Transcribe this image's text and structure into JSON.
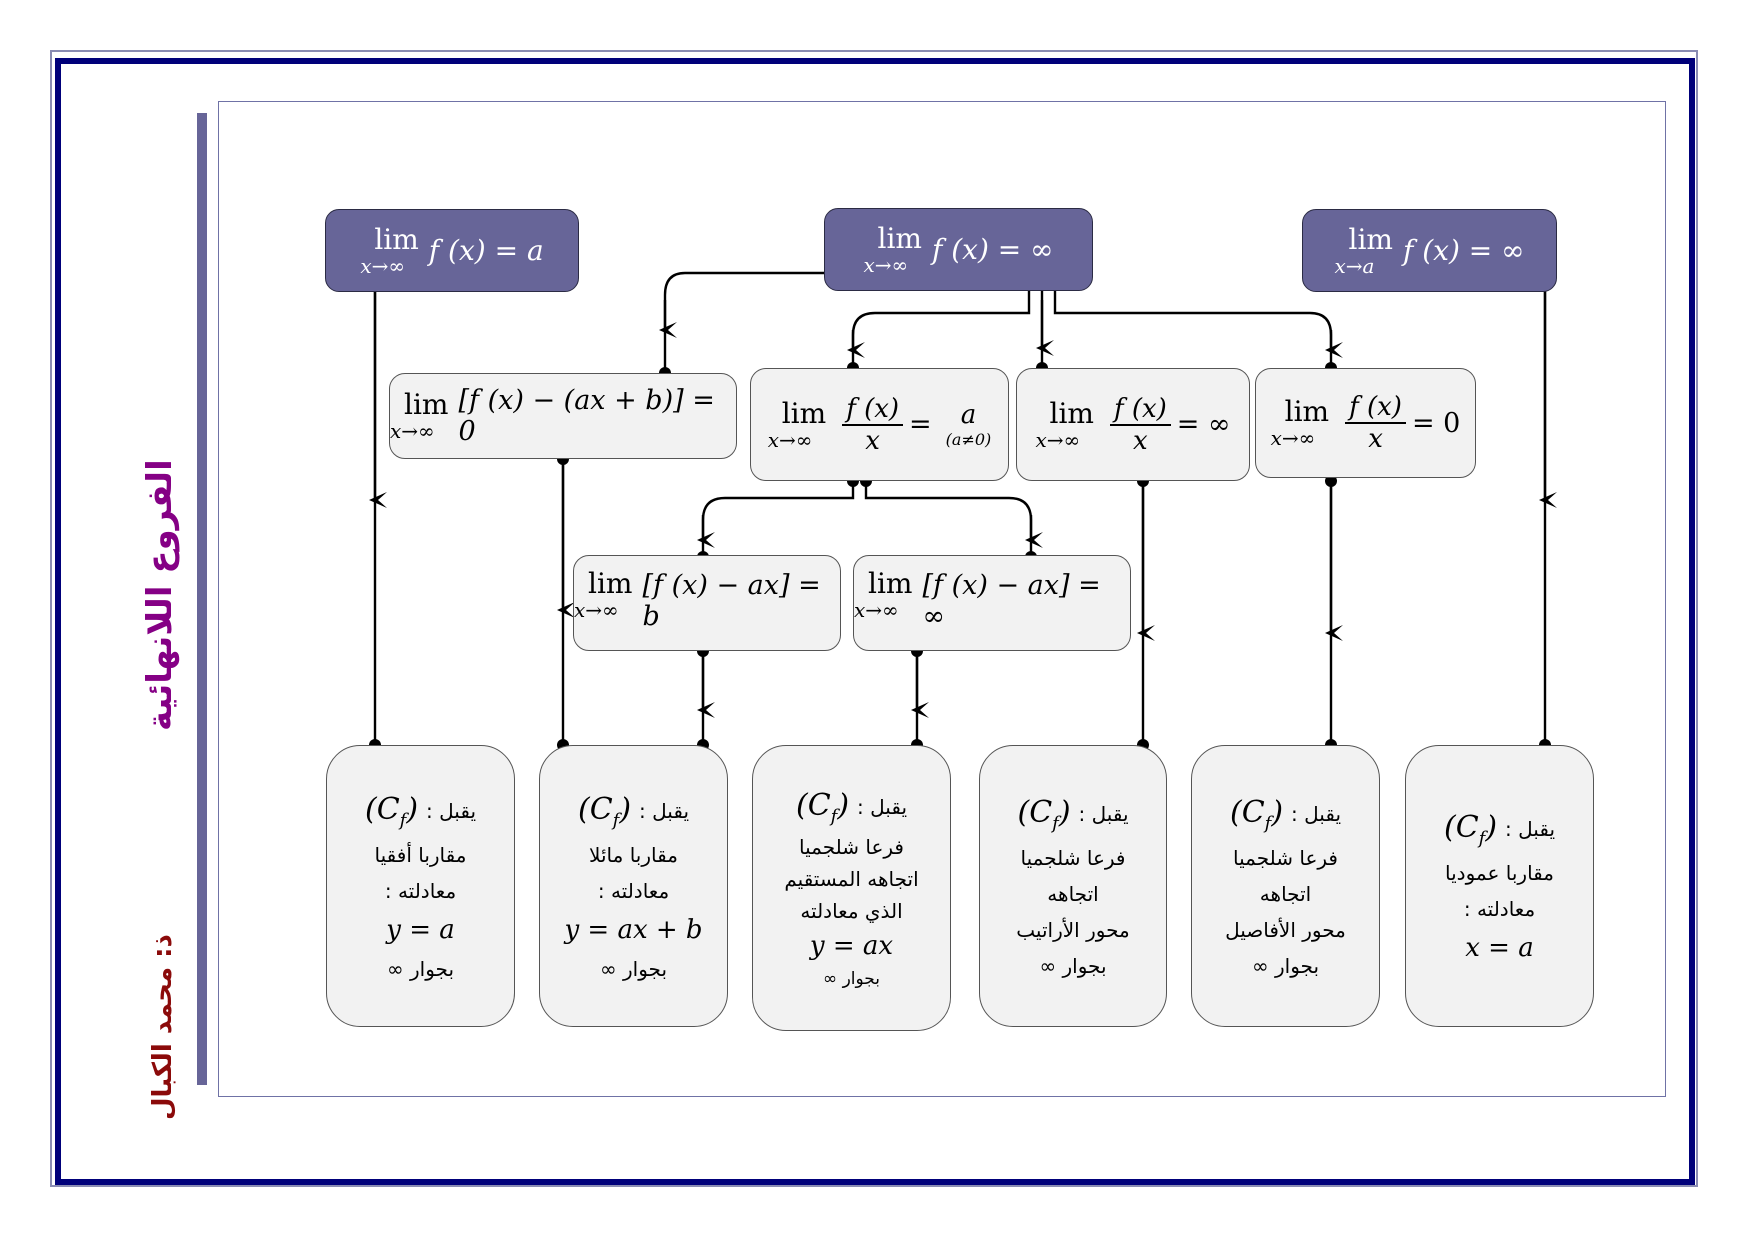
{
  "title": "الفروع اللانهائية",
  "author": "ذ: محمد الكبال",
  "colors": {
    "header_fill": "#676598",
    "condition_fill": "#f2f2f2",
    "title_color": "#850085",
    "author_color": "#8b0a0a",
    "border_navy": "#00007a"
  },
  "headers": [
    {
      "lim": "lim",
      "sub": "x→∞",
      "expr": "f (x) = a"
    },
    {
      "lim": "lim",
      "sub": "x→∞",
      "expr": "f (x) = ∞"
    },
    {
      "lim": "lim",
      "sub": "x→a",
      "expr": "f (x) = ∞"
    }
  ],
  "conditions": {
    "oblique_check": {
      "lim": "lim",
      "sub": "x→∞",
      "expr": "[f (x) − (ax + b)] = 0"
    },
    "ratio_a": {
      "lim": "lim",
      "sub": "x→∞",
      "num": "f (x)",
      "den": "x",
      "eq": "=",
      "rhs": "a",
      "note": "(a≠0)"
    },
    "ratio_inf": {
      "lim": "lim",
      "sub": "x→∞",
      "num": "f (x)",
      "den": "x",
      "rhs": "= ∞"
    },
    "ratio_zero": {
      "lim": "lim",
      "sub": "x→∞",
      "num": "f (x)",
      "den": "x",
      "rhs": "= 0"
    },
    "diff_b": {
      "lim": "lim",
      "sub": "x→∞",
      "expr": "[f (x) − ax] = b"
    },
    "diff_inf": {
      "lim": "lim",
      "sub": "x→∞",
      "expr": "[f (x) − ax] = ∞"
    }
  },
  "results": [
    {
      "cf": "(C_f)",
      "accepts": "يقبل :",
      "lines": [
        "مقاربا أفقيا",
        "معادلته :"
      ],
      "math": "y = a",
      "tail": "بجوار ∞"
    },
    {
      "cf": "(C_f)",
      "accepts": "يقبل :",
      "lines": [
        "مقاربا مائلا",
        "معادلته :"
      ],
      "math": "y = ax + b",
      "tail": "بجوار ∞"
    },
    {
      "cf": "(C_f)",
      "accepts": "يقبل :",
      "lines": [
        "فرعا شلجميا",
        "اتجاهه المستقيم",
        "الذي معادلته"
      ],
      "math": "y = ax",
      "tail": "بجوار ∞"
    },
    {
      "cf": "(C_f)",
      "accepts": "يقبل :",
      "lines": [
        "فرعا شلجميا",
        "اتجاهه",
        "محور الأراتيب"
      ],
      "math": "",
      "tail": "بجوار ∞"
    },
    {
      "cf": "(C_f)",
      "accepts": "يقبل :",
      "lines": [
        "فرعا شلجميا",
        "اتجاهه",
        "محور الأفاصيل"
      ],
      "math": "",
      "tail": "بجوار ∞"
    },
    {
      "cf": "(C_f)",
      "accepts": "يقبل :",
      "lines": [
        "مقاربا عموديا",
        "معادلته :"
      ],
      "math": "x = a",
      "tail": ""
    }
  ]
}
